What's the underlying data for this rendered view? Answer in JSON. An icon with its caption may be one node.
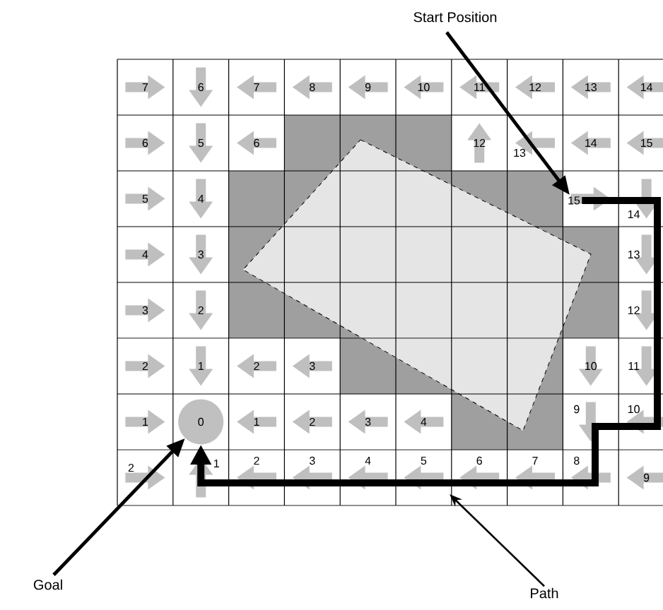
{
  "diagram": {
    "nodes": [
      {
        "text": [
          "Start Position"
        ]
      },
      {
        "text": [
          "15"
        ]
      },
      {
        "text": [
          "Goal"
        ]
      },
      {
        "text": [
          "0"
        ]
      },
      {
        "text": [
          "Path"
        ]
      }
    ],
    "edges": [
      {
        "from": 0,
        "to": 1,
        "arrow": "to"
      },
      {
        "from": 2,
        "to": 3,
        "arrow": "to"
      },
      {
        "from": 4,
        "to": null,
        "arrow": "to"
      },
      {
        "from": 1,
        "to": 3,
        "arrow": "to",
        "style": "thick"
      }
    ],
    "labels": [
      "7",
      "6",
      "7",
      "8",
      "9",
      "10",
      "11",
      "12",
      "13",
      "14",
      "6",
      "5",
      "6",
      "12",
      "13",
      "14",
      "15",
      "5",
      "4",
      "14",
      "4",
      "3",
      "13",
      "3",
      "2",
      "12",
      "2",
      "1",
      "2",
      "3",
      "10",
      "11",
      "1",
      "1",
      "2",
      "3",
      "4",
      "9",
      "10",
      "2",
      "1",
      "2",
      "3",
      "4",
      "5",
      "6",
      "7",
      "8",
      "9"
    ]
  }
}
